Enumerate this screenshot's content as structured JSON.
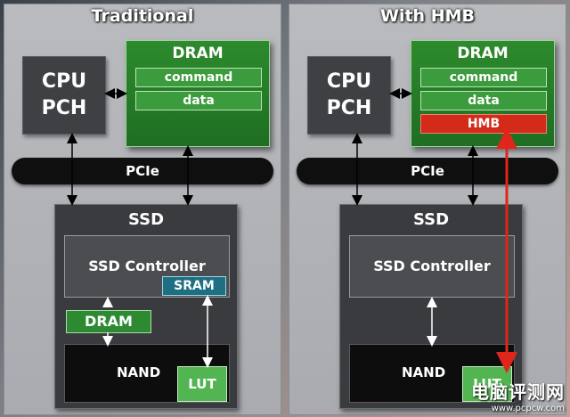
{
  "left": {
    "title": "Traditional",
    "cpu": [
      "CPU",
      "PCH"
    ],
    "dram": {
      "title": "DRAM",
      "rows": [
        "command",
        "data"
      ]
    },
    "pcie": "PCIe",
    "ssd": {
      "title": "SSD",
      "controller": "SSD Controller",
      "sram": "SRAM",
      "dram": "DRAM",
      "nand": "NAND",
      "lut": "LUT"
    }
  },
  "right": {
    "title": "With HMB",
    "cpu": [
      "CPU",
      "PCH"
    ],
    "dram": {
      "title": "DRAM",
      "rows": [
        "command",
        "data"
      ],
      "hmb": "HMB"
    },
    "pcie": "PCIe",
    "ssd": {
      "title": "SSD",
      "controller": "SSD Controller",
      "nand": "NAND",
      "lut": "LUT"
    }
  },
  "colors": {
    "dram_green": "#2d8a2d",
    "hmb_red": "#d42a1a",
    "hmb_link": "#e0261a",
    "sram_teal": "#1f6f82",
    "lut_green": "#52b552"
  },
  "watermark": {
    "line1": "电脑评测网",
    "line2": "www.pcpcw.com"
  }
}
